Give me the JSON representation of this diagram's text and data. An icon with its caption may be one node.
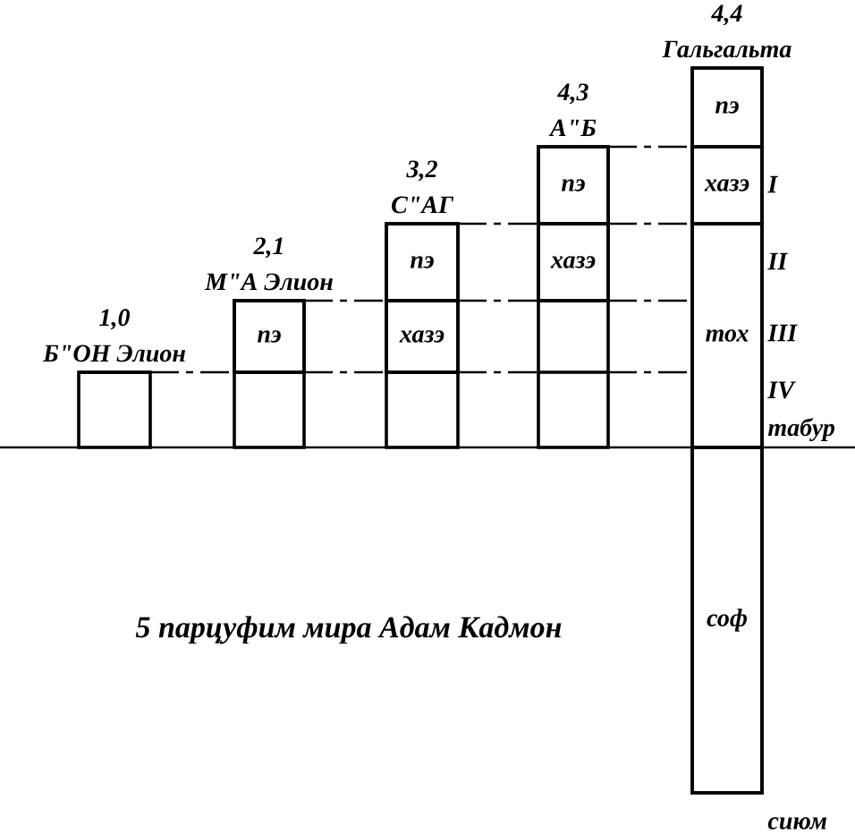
{
  "diagram": {
    "title": "5 парцуфим  мира Адам Кадмон",
    "nodes": [
      {
        "text": [
          "1,0",
          "Б\"ОН Элион"
        ]
      },
      {
        "text": [
          "2,1",
          "М\"А Элион"
        ]
      },
      {
        "text": [
          "пэ"
        ],
        "in": 1
      },
      {
        "text": [
          "3,2",
          "С\"АГ"
        ]
      },
      {
        "text": [
          "пэ"
        ],
        "in": 3
      },
      {
        "text": [
          "хазэ"
        ],
        "in": 3
      },
      {
        "text": [
          "4,3",
          "А\"Б"
        ]
      },
      {
        "text": [
          "пэ"
        ],
        "in": 6
      },
      {
        "text": [
          "хазэ"
        ],
        "in": 6
      },
      {
        "text": [
          "4,4",
          "Гальгальта"
        ]
      },
      {
        "text": [
          "пэ"
        ],
        "in": 9
      },
      {
        "text": [
          "хазэ"
        ],
        "in": 9
      },
      {
        "text": [
          "тох"
        ],
        "in": 9
      },
      {
        "text": [
          "соф"
        ],
        "in": 9
      }
    ],
    "labels": [
      "I",
      "II",
      "III",
      "IV",
      "табур",
      "сиюм"
    ]
  }
}
